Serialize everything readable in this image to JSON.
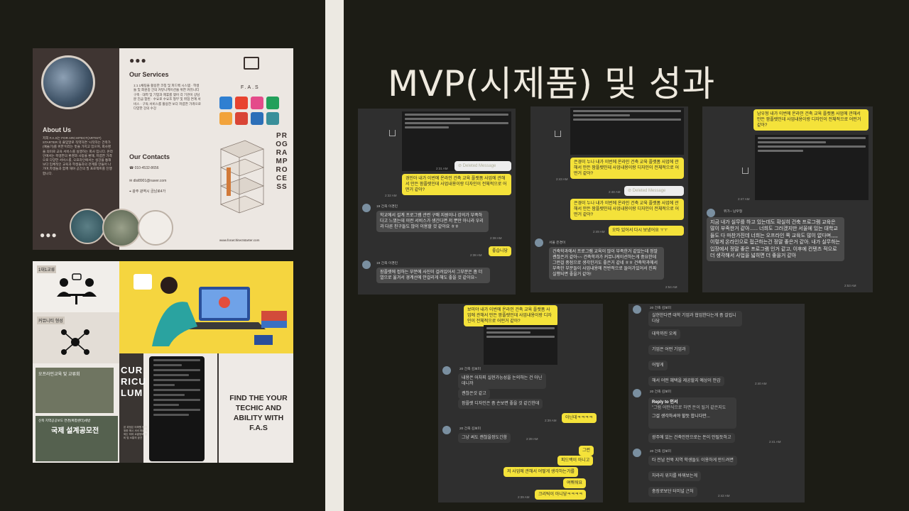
{
  "slide": {
    "title": "MVP(시제품) 및 성과"
  },
  "brochure": {
    "about_heading": "About Us",
    "about_text": "저희 F.A.S는 FOR ARCHITECT(ARTIST) STARTER 의 줄임말로 직역하면 '시작하는 건축가(예술가)를 위한'이라는 뜻을 가지고 있으며, 회사명을 의미로 교육 서비스를 실행하는 회사 입니다. 온라인에서는 목앵한의 환경와 사망을 환해, 저렴한 가격으로 다양한 서비스를, 오프라인에서는 실강을 통해 보다 입체적인 교육과 학생들과의 관계를 만들어 나가며,학생들과 함께 해야 공간의 필 프로젝트를 진행합니다.",
    "services_heading": "Our Services",
    "services_text": "1:1 1채팅을 활용한 코칭 및 피드백 시스템 · 학생들 및 회원중 간의 커뮤니케이션을 위한 커뮤니티 구축 · 대학 및 기업과 제휴를 맺어 각 기관이 상담분 진급 합된 · 수요로 수요조 형부 및 취업 연계 서비스 · 구독 서비스를 활용한 보다 저렴한 가격으로 다양한 강의 수강",
    "contacts_heading": "Our Contacts",
    "phone": "010-4532-8656",
    "email": "dlsl8901@naver.com",
    "address": "광주 광역시 금남로4가",
    "brand": "F.A.S",
    "vertical_word": "PROGRAMPROCESS",
    "url": "www.forarchitectstarter.com",
    "icon_colors": [
      "#2f7fd1",
      "#e8432f",
      "#e44b8a",
      "#22a05a",
      "#f2a33b",
      "#d94536",
      "#2c6fb8",
      "#3a8f9a"
    ]
  },
  "poster": {
    "label_1": "1대1교류",
    "label_2": "커뮤니티 형성",
    "label_3": "오프라인교육 및 교류회",
    "label_4a": "신축 지역공공보도 연경(복합센터)세방",
    "label_4b": "국제 설계공모전",
    "curriculum": "CURRICULUM",
    "curriculum_sub": "본 과정은 어쩌원 동기 위한 메시 서비 마을 도와는 하여 교결정보 생비 및 소통의 공간",
    "fas_slogan": "FIND THE YOUR TECHIC AND ABILITY WITH F.A.S"
  },
  "chat1": {
    "time_img": "2:31 AM",
    "deleted": "Deleted Message",
    "q": "경민아 내가 이번에 온라인 건축 교육 플랫폼 사업에 관해서 만든 팜플렛인데 사업내용이랑 디자인이 전체적으로 어떤거 같아?",
    "q_time": "2:32 AM",
    "name": "19 건축 이경민",
    "a1": "학교에서 설계 프로그램 관련 구매 지원이나 강의가 부족하다고 느꼈는데 이런 서비스가 생긴다면 저 뿐만 아니라 우리과 다른 친구들도 많이 이용할 것 같아요 ㅎㅎ",
    "a1_time": "2:38 AM",
    "r1": "좋습니당",
    "r1_time": "2:38 AM",
    "a2": "팜플렛에 접하는 부분에 사진이 걸려있어서 그부분은 좀 더 열으로 옮겨서 경계선에 안걸리게 해도 좋을 것 같아요~"
  },
  "chat2": {
    "q": "은경이 누나 내가 이번에 온라인 건축 교육 플랫폼 사업에 관해서 만든 팜플렛인데 사업내용이랑 디자인이 전체적으로 어떤거 같아?",
    "q_time": "2:43 AM",
    "deleted": "Deleted Message",
    "del_time": "2:48 AM",
    "q2_time": "2:49 AM",
    "r": "오타 있어서 다시 보냈어요 ㅜㅜ",
    "name": "서울 은경이",
    "a": "건축학과에서 프로그램 교육이 많이 부족한거 같았는데 정말 괜찮은거 같아~~ 건축학과가 커뮤니케이션하는게 중요한데 그런걸 중점으로 생각한거도 좋은거 같네 ㅎㅎ 건축학과에서 부족한 부분들이 사업내용에 전반적으로 들어가있어서 진짜 실행되면 좋을거 같아!",
    "a_time": "2:54 AM"
  },
  "chat3": {
    "q": "남우형 내가 이번에 온라인 건축 교육 플랫폼 사업에 관해서 만든 팜플렛인데 사업내용이랑 디자인이 전체적으로 어떤거 같아?",
    "img_time": "2:47 AM",
    "name": "위가~ 남우형",
    "a": "지금 내가 실무를 하고 있는데도 확실히 건축 프로그램 교육은 많이 부족한거 같아...... 너희도 그러겠지만 서울에 있는 대학교들도 다 마찬가진데 너희는 오프라인 쪽 교육도 많이 없다며,,,,, 이렇게 온라인으로 접근하는건 정말 좋은거 같아. 내가 실무하는 입장에서 정말 좋은 프로그램 인거 같고, 이후에 컨텐츠 적으로 더 생각해서 사업을 넓히면 더 좋을거 같아",
    "a_time": "2:53 AM"
  },
  "chat4": {
    "q": "보미야 내가 이번에 온라인 건축 교육 플랫폼 사업에 관해서 만든 팜플렛인데 사업내용이랑 디자인이 전체적으로 어떤거 같아?",
    "name": "20 건축 김보미",
    "m1": "내용은 어차피 실현가능성을 논의하는 건 아닌데니까",
    "m2": "괜찮은것 같고",
    "m3": "팜플렛 디자인은 좀 손보면 좋을 것 같긴한데",
    "r1": "아닌데ㅋㅋㅋㅋ",
    "r1_time": "2:39 AM",
    "name2": "20 건축 김보미",
    "m4": "그냥 써도 괜찮을정도긴함",
    "m4_time": "2:39 AM",
    "r2": "그런",
    "r3": "피드백이 아니고",
    "r4": "저 사업에 관해서 어떻게 생각하는가를",
    "r5": "여쭤워요",
    "r6": "크리틱이 아니당ㅋㅋㅋㅋ",
    "r6_time": "2:39 AM"
  },
  "chat5": {
    "name": "20 건축 김보미",
    "m1": "실현한다면 대학 기업과 협업한다는게 좀 걸립니다당",
    "m2": "대학까진 오케",
    "m3": "기업은 어떤 기업과",
    "m4": "어떻게",
    "m5": "해서 어떤 혜택을 제공할지 예상이 안감",
    "m5_time": "2:40 AM",
    "name2": "20 건축 김보미",
    "reply_to": "Reply to 인서",
    "reply_quote": "\"그럼 어떤식으로 하면 돈이 될거 같은지도",
    "m6": "그걸 생각하셔야 할듯 합니다만...",
    "m7": "광주에 있는 건축인만으로는 돈이 안될듯하고",
    "m7_time": "2:41 AM",
    "name3": "20 건축 김보미",
    "m8": "타 전남 전북 지역 학생들도 이용하게 만드려면",
    "m9": "차라리 위치를 바꿔보는게",
    "m10": "충장로보단 터미널 근처",
    "m10_time": "2:42 AM"
  }
}
